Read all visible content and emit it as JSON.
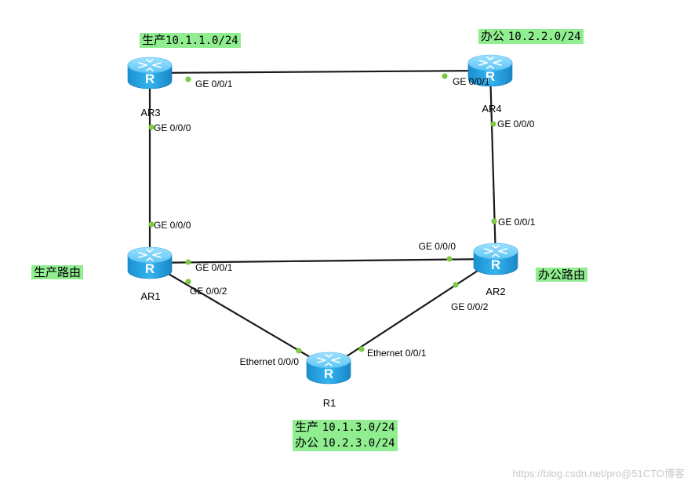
{
  "routers": [
    {
      "id": "AR3",
      "label": "AR3"
    },
    {
      "id": "AR4",
      "label": "AR4"
    },
    {
      "id": "AR1",
      "label": "AR1"
    },
    {
      "id": "AR2",
      "label": "AR2"
    },
    {
      "id": "R1",
      "label": "R1"
    }
  ],
  "router_icon_letter": "R",
  "links": [
    {
      "from": "AR3",
      "to": "AR4",
      "from_port": "GE 0/0/1",
      "to_port": "GE 0/0/1"
    },
    {
      "from": "AR3",
      "to": "AR1",
      "from_port": "GE 0/0/0",
      "to_port": "GE 0/0/0"
    },
    {
      "from": "AR4",
      "to": "AR2",
      "from_port": "GE 0/0/0",
      "to_port": "GE 0/0/1"
    },
    {
      "from": "AR1",
      "to": "AR2",
      "from_port": "GE 0/0/1",
      "to_port": "GE 0/0/0"
    },
    {
      "from": "AR1",
      "to": "R1",
      "from_port": "GE 0/0/2",
      "to_port": "Ethernet 0/0/0"
    },
    {
      "from": "AR2",
      "to": "R1",
      "from_port": "GE 0/0/2",
      "to_port": "Ethernet 0/0/1"
    }
  ],
  "labels": {
    "ar3_net": {
      "name": "生产",
      "subnet": "10.1.1.0/24"
    },
    "ar4_net": {
      "name": "办公",
      "subnet": "10.2.2.0/24"
    },
    "prod_route": "生产路由",
    "office_route": "办公路由",
    "r1_net_prod": {
      "name": "生产",
      "subnet": "10.1.3.0/24"
    },
    "r1_net_office": {
      "name": "办公",
      "subnet": "10.2.3.0/24"
    }
  },
  "colors": {
    "label_bg": "#90ee90",
    "port_dot": "#7dc943",
    "router_body": "#29a9e6",
    "link": "#1a1a1a"
  },
  "watermark": "https://blog.csdn.net/pro@51CTO博客"
}
